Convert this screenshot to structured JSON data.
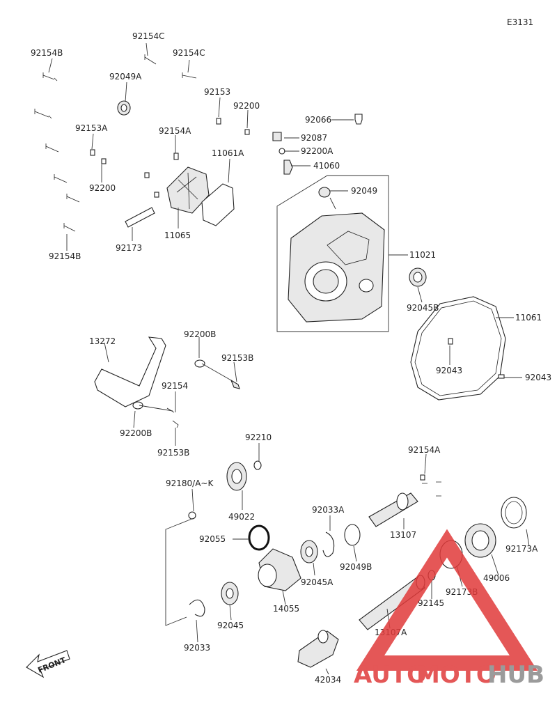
{
  "diagram_code": "E3131",
  "part_labels": [
    "92154C",
    "92154B",
    "92154C",
    "92049A",
    "92153",
    "92200",
    "92066",
    "92153A",
    "92154A",
    "11061A",
    "92087",
    "92200A",
    "41060",
    "92200",
    "92049",
    "11021",
    "92173",
    "11065",
    "92154B",
    "92045B",
    "11061",
    "92043",
    "92043",
    "13272",
    "92200B",
    "92153B",
    "92154",
    "92200B",
    "92153B",
    "92210",
    "92154A",
    "92180/A~K",
    "49022",
    "92033A",
    "13107",
    "92173A",
    "92055",
    "92049B",
    "92045A",
    "49006",
    "14055",
    "92173B",
    "92145",
    "92045",
    "13107A",
    "92033",
    "42034"
  ],
  "front_label": "FRONT",
  "watermark": {
    "brand_auto": "AUTO",
    "brand_moto": "MOTO",
    "brand_hub": "HUB",
    "color_red": "#e03a3a",
    "color_grey": "#8a8a8a"
  }
}
